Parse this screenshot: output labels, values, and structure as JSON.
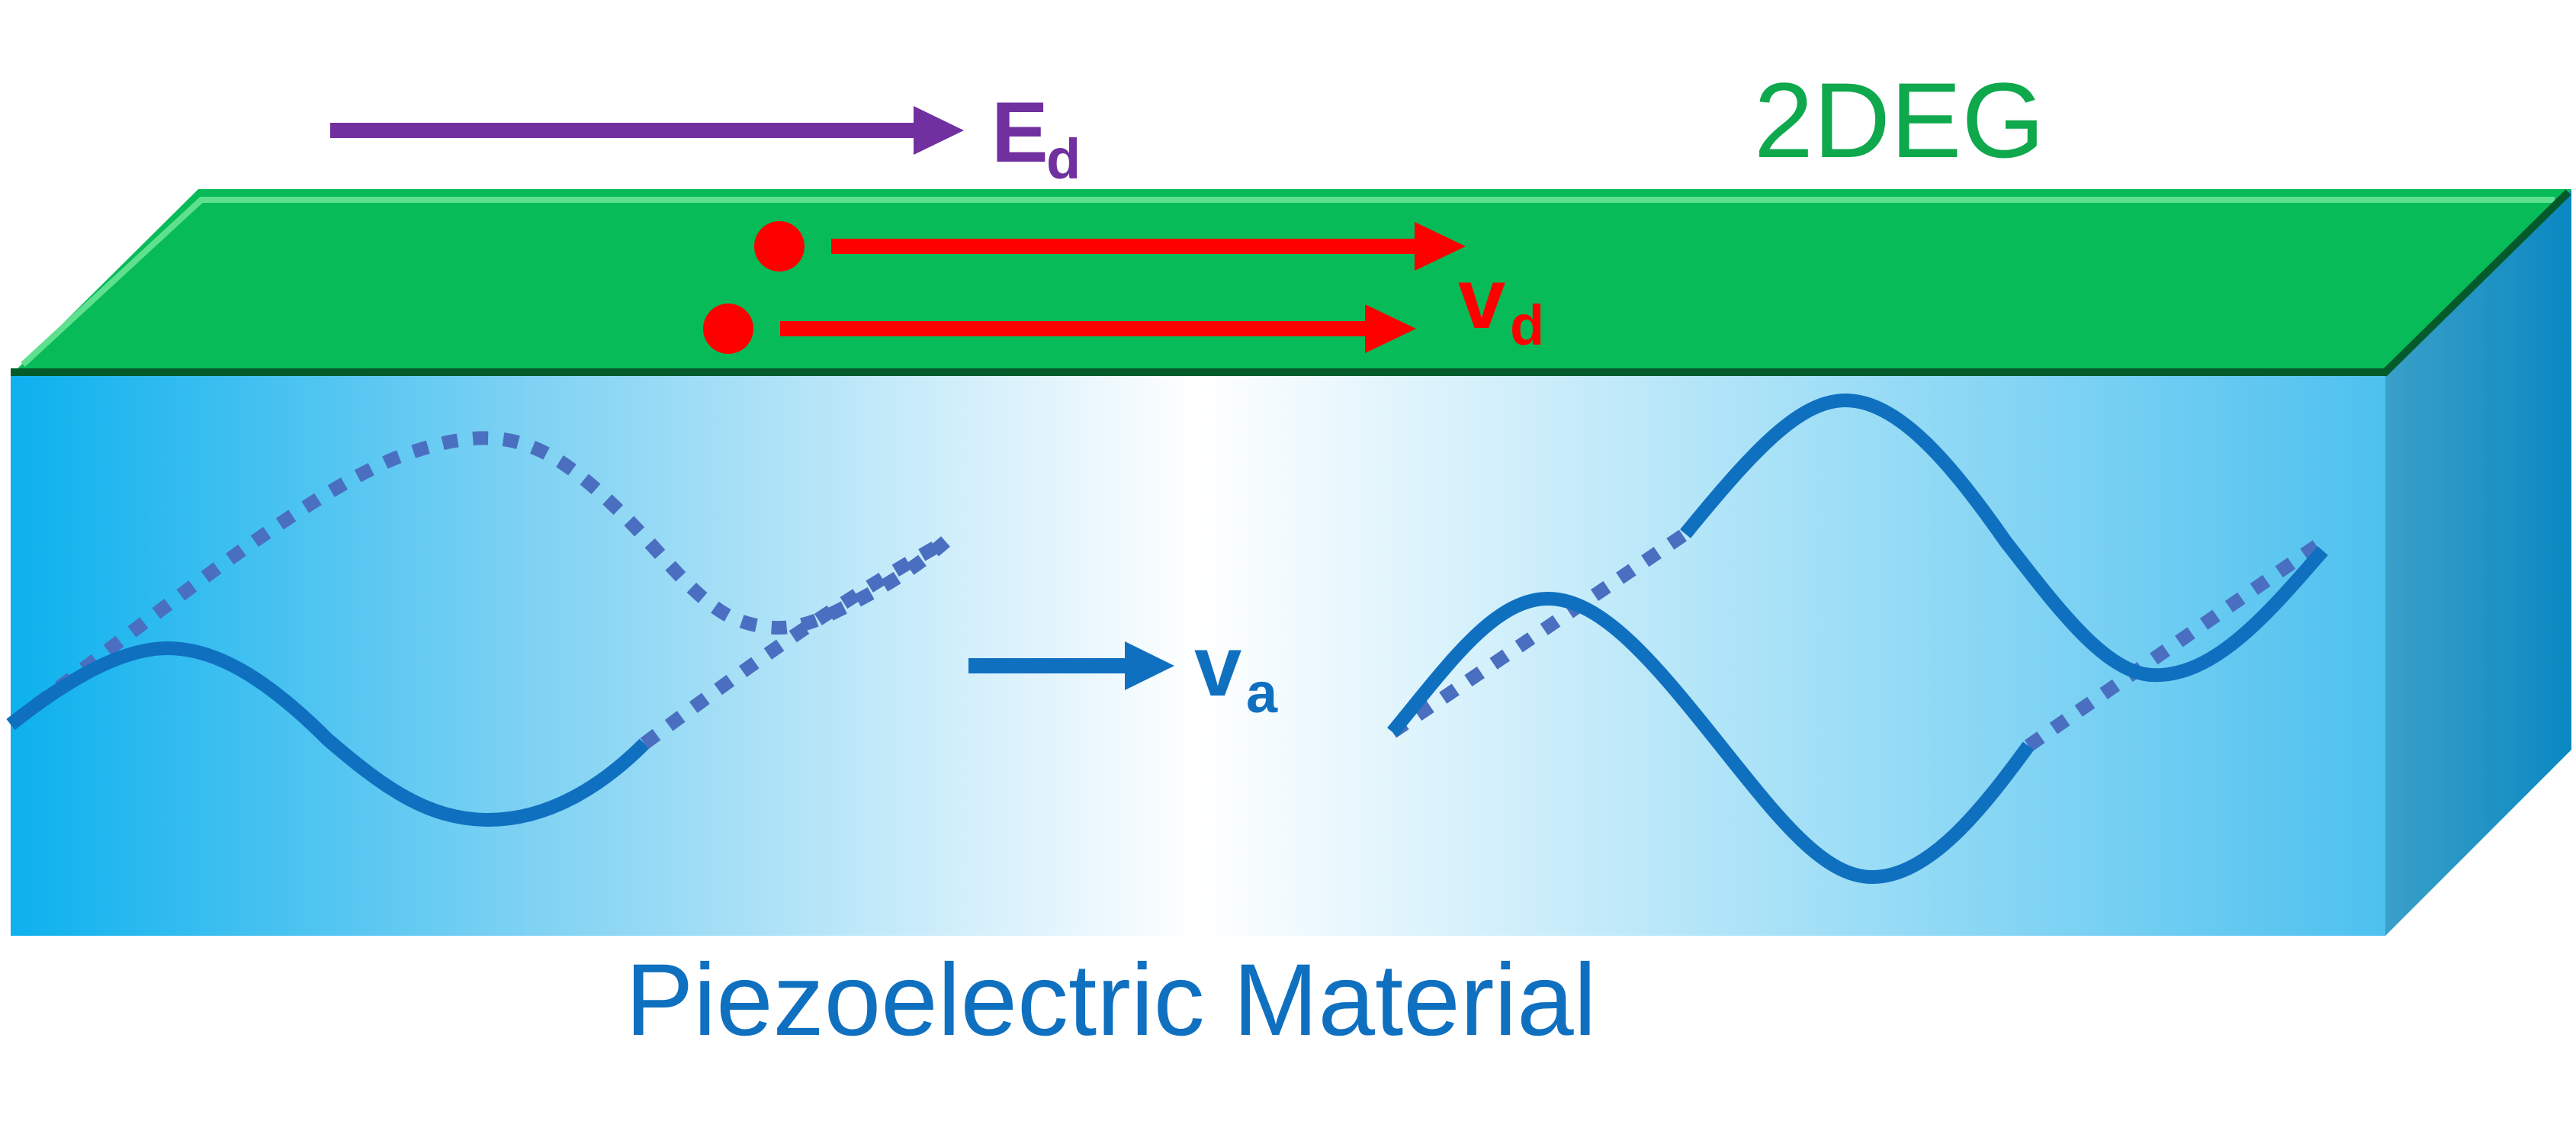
{
  "labels": {
    "top_layer": "2DEG",
    "substrate": "Piezoelectric Material",
    "drift_field": {
      "symbol": "E",
      "subscript": "d"
    },
    "drift_velocity": {
      "symbol": "v",
      "subscript": "d"
    },
    "acoustic_velocity": {
      "symbol": "v",
      "subscript": "a"
    }
  },
  "colors": {
    "top_layer_fill": "#07BB58",
    "top_layer_label": "#0FA84C",
    "drift_field_arrow": "#7030A0",
    "electron": "#FF0000",
    "wave": "#1070C0",
    "substrate_label": "#1070C0",
    "substrate_edge": "#0DB1EE",
    "substrate_center": "#FFFFFF",
    "side_face": "#1688C4"
  },
  "icons": {
    "electron": "red-dot",
    "arrow": "right-arrow"
  }
}
